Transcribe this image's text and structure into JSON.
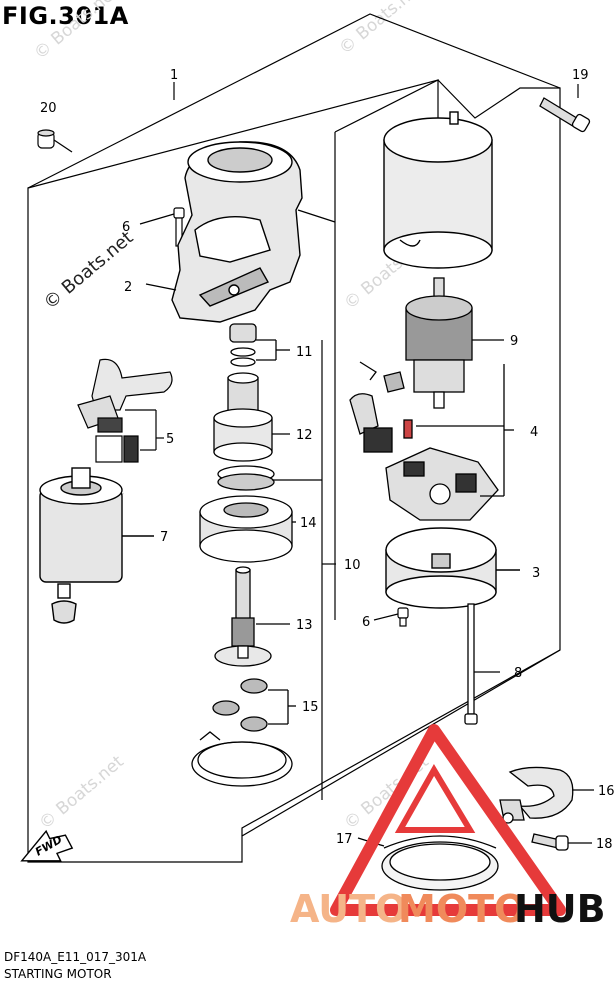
{
  "figure": {
    "title": "FIG.301A",
    "code": "DF140A_E11_017_301A",
    "caption": "STARTING MOTOR"
  },
  "watermark": {
    "text": "© Boats.net"
  },
  "direction_arrow": {
    "label": "FWD"
  },
  "logo": {
    "brand_auto": "AUTO",
    "brand_moto": "MOTO",
    "brand_hub": "HUB",
    "colors": {
      "auto": "#f5b488",
      "moto": "#f08a5b",
      "hub": "#111111",
      "triangle": "#e63a3a"
    }
  },
  "parts": [
    {
      "number": "1"
    },
    {
      "number": "2"
    },
    {
      "number": "3"
    },
    {
      "number": "4"
    },
    {
      "number": "5"
    },
    {
      "number": "6"
    },
    {
      "number": "6"
    },
    {
      "number": "7"
    },
    {
      "number": "8"
    },
    {
      "number": "9"
    },
    {
      "number": "10"
    },
    {
      "number": "11"
    },
    {
      "number": "12"
    },
    {
      "number": "13"
    },
    {
      "number": "14"
    },
    {
      "number": "15"
    },
    {
      "number": "16"
    },
    {
      "number": "17"
    },
    {
      "number": "18"
    },
    {
      "number": "19"
    },
    {
      "number": "20"
    }
  ]
}
